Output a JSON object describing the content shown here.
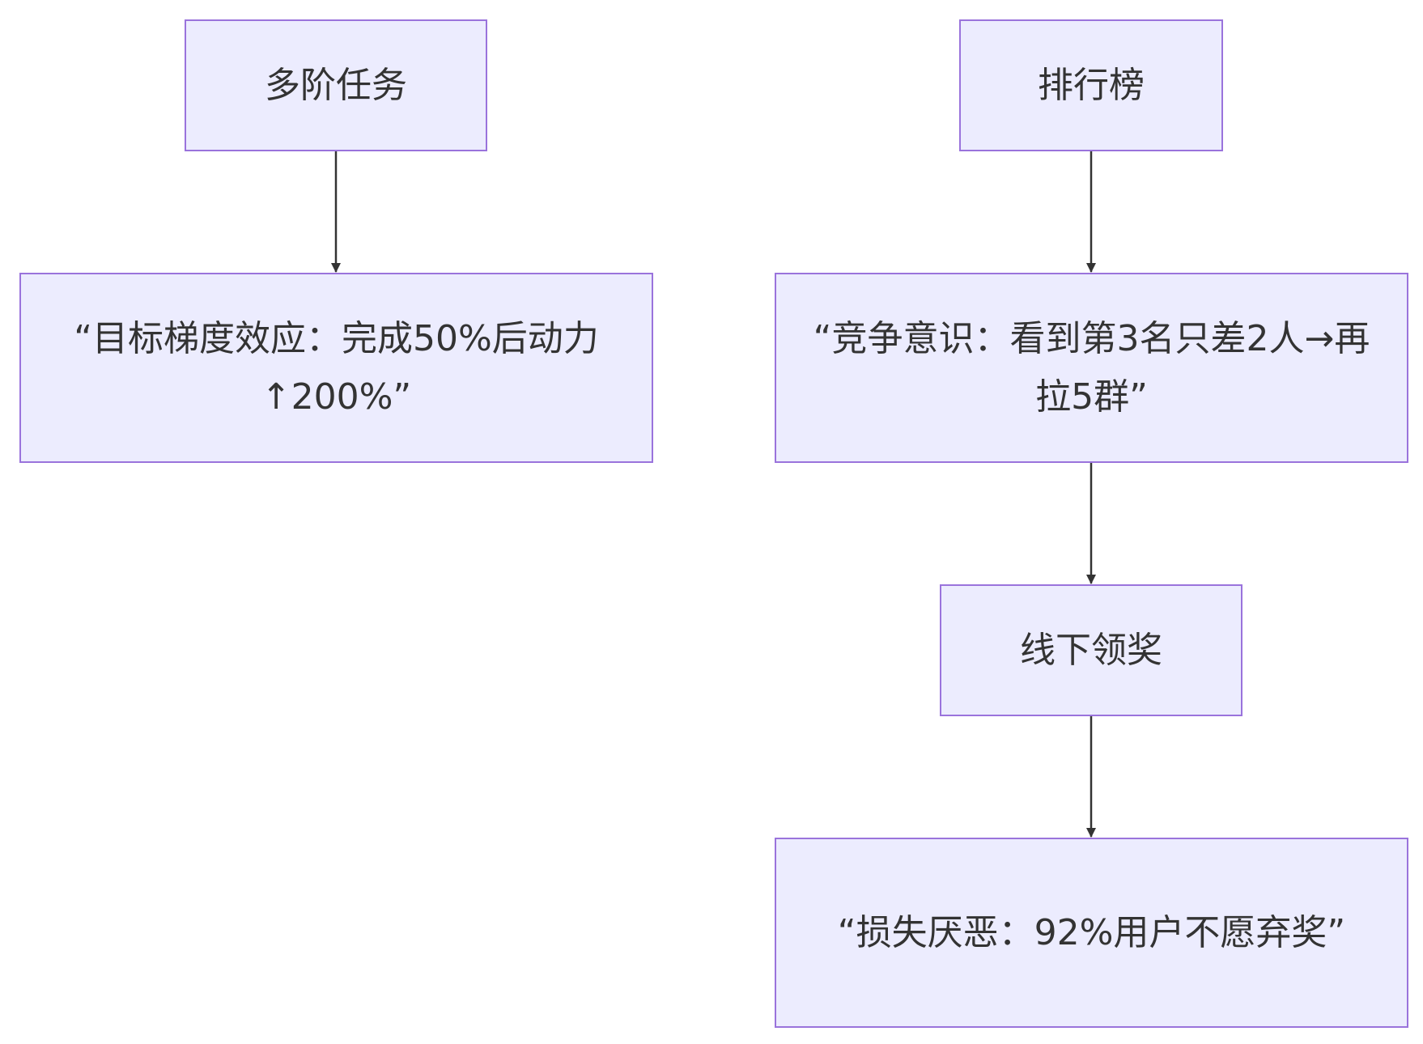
{
  "colors": {
    "node_fill": "#ececfe",
    "node_border": "#9a73dc",
    "text": "#333333",
    "edge": "#333333"
  },
  "nodes": {
    "multi_task": "多阶任务",
    "goal_gradient": "“目标梯度效应：完成50%后动力↑200%”",
    "leaderboard": "排行榜",
    "competition": "“竞争意识：看到第3名只差2人→再拉5群”",
    "offline_award": "线下领奖",
    "loss_aversion": "“损失厌恶：92%用户不愿弃奖”"
  },
  "edges": [
    {
      "from": "multi_task",
      "to": "goal_gradient"
    },
    {
      "from": "leaderboard",
      "to": "competition"
    },
    {
      "from": "competition",
      "to": "offline_award"
    },
    {
      "from": "offline_award",
      "to": "loss_aversion"
    }
  ]
}
